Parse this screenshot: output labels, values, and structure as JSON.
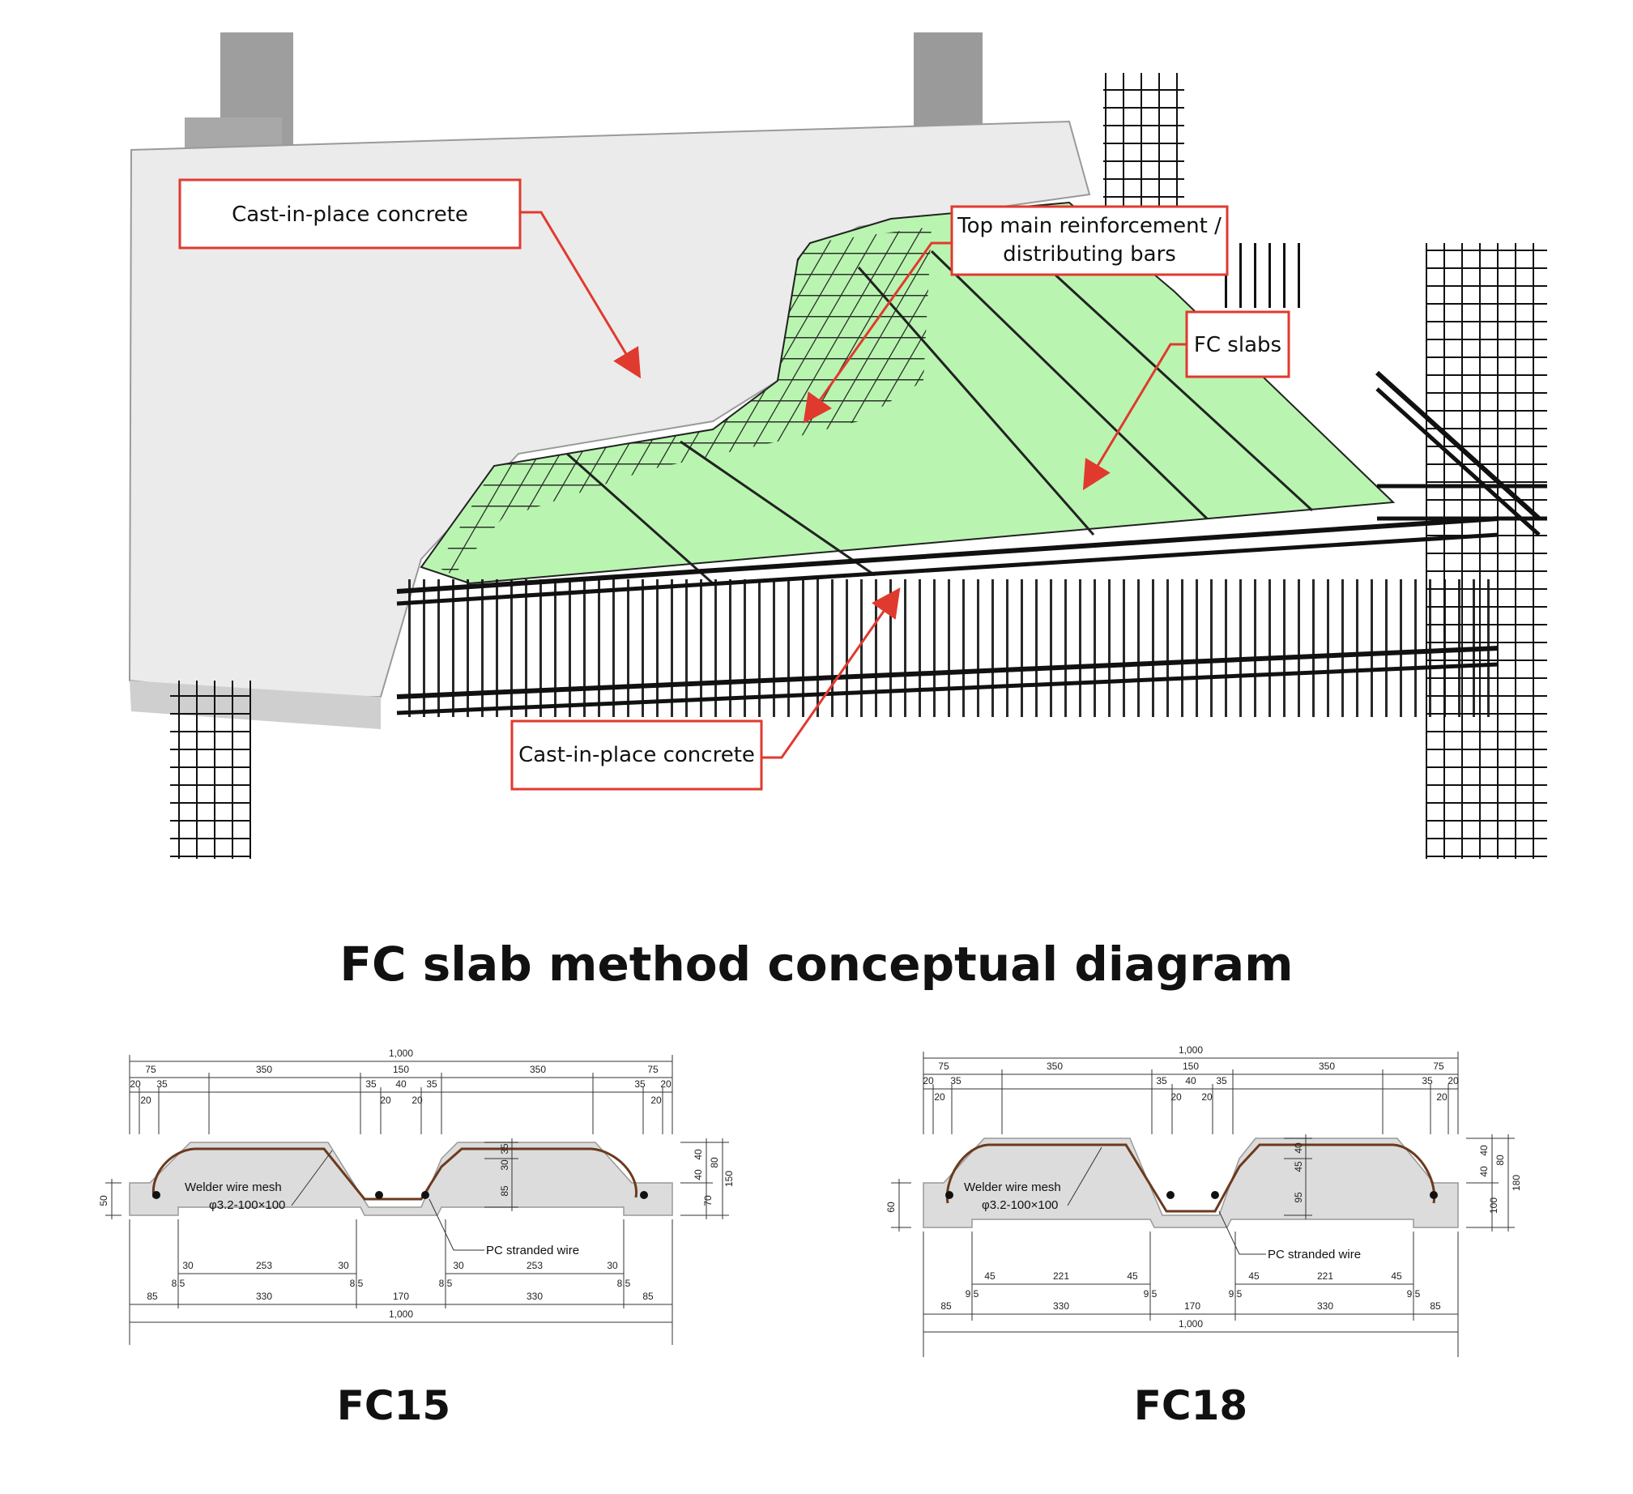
{
  "diagram": {
    "callouts": {
      "cip_top": "Cast-in-place concrete",
      "top_reinf_line1": "Top main reinforcement /",
      "top_reinf_line2": "distributing bars",
      "fc_slabs": "FC slabs",
      "cip_bottom": "Cast-in-place concrete"
    },
    "title": "FC slab method conceptual diagram",
    "colors": {
      "accent": "#e03a2f",
      "slab_green": "#b9f5b0",
      "concrete": "#ebebeb",
      "rebar": "#111111"
    }
  },
  "sections": [
    {
      "caption": "FC15",
      "labels": {
        "mesh": "Welder wire mesh",
        "mesh_spec": "φ3.2-100×100",
        "strand": "PC stranded wire"
      },
      "dims_top": {
        "total": "1,000",
        "row2": [
          "75",
          "350",
          "150",
          "350",
          "75"
        ],
        "row3": [
          "20",
          "35",
          "35",
          "40",
          "35",
          "35",
          "20"
        ],
        "row4": [
          "20",
          "20",
          "20",
          "20"
        ]
      },
      "dims_bottom": {
        "row1": [
          "30",
          "253",
          "30",
          "30",
          "253",
          "30"
        ],
        "row2": [
          "8.5",
          "8.5",
          "8.5",
          "8.5"
        ],
        "row3": [
          "85",
          "330",
          "170",
          "330",
          "85"
        ],
        "total": "1,000"
      },
      "dims_right": [
        "40",
        "40",
        "70",
        "80",
        "150"
      ],
      "dims_inner": [
        "35",
        "30",
        "85"
      ],
      "dims_left": "50"
    },
    {
      "caption": "FC18",
      "labels": {
        "mesh": "Welder wire mesh",
        "mesh_spec": "φ3.2-100×100",
        "strand": "PC stranded wire"
      },
      "dims_top": {
        "total": "1,000",
        "row2": [
          "75",
          "350",
          "150",
          "350",
          "75"
        ],
        "row3": [
          "20",
          "35",
          "35",
          "40",
          "35",
          "35",
          "20"
        ],
        "row4": [
          "20",
          "20",
          "20",
          "20"
        ]
      },
      "dims_bottom": {
        "row1": [
          "45",
          "221",
          "45",
          "45",
          "221",
          "45"
        ],
        "row2": [
          "9.5",
          "9.5",
          "9.5",
          "9.5"
        ],
        "row3": [
          "85",
          "330",
          "170",
          "330",
          "85"
        ],
        "total": "1,000"
      },
      "dims_right": [
        "40",
        "40",
        "100",
        "80",
        "180"
      ],
      "dims_inner": [
        "40",
        "45",
        "95"
      ],
      "dims_left": "60"
    }
  ]
}
